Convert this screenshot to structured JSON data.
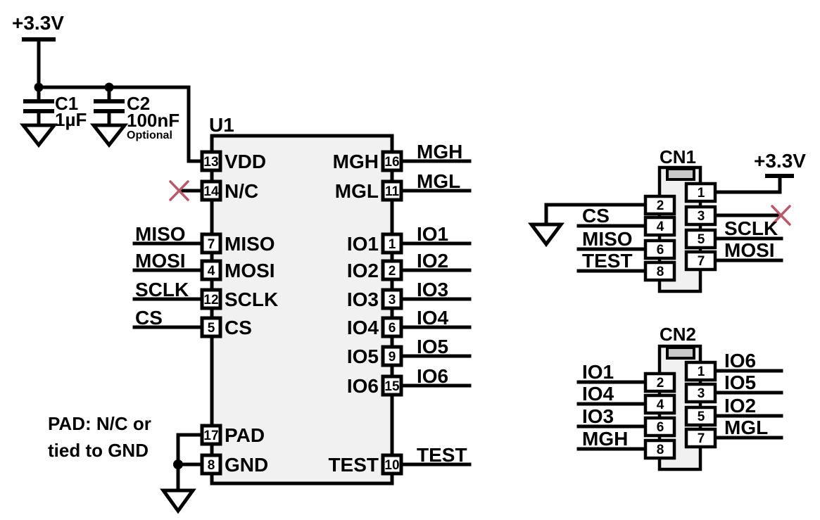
{
  "power": {
    "rail_label": "+3.3V",
    "c1_ref": "C1",
    "c1_value": "1µF",
    "c2_ref": "C2",
    "c2_value": "100nF",
    "c2_note": "Optional"
  },
  "u1": {
    "ref": "U1",
    "note_line1": "PAD: N/C or",
    "note_line2": "tied to GND",
    "left_pins": [
      {
        "num": "13",
        "name": "VDD"
      },
      {
        "num": "14",
        "name": "N/C"
      },
      {
        "num": "7",
        "name": "MISO",
        "net": "MISO"
      },
      {
        "num": "4",
        "name": "MOSI",
        "net": "MOSI"
      },
      {
        "num": "12",
        "name": "SCLK",
        "net": "SCLK"
      },
      {
        "num": "5",
        "name": "CS",
        "net": "CS"
      },
      {
        "num": "17",
        "name": "PAD"
      },
      {
        "num": "8",
        "name": "GND"
      }
    ],
    "right_pins": [
      {
        "num": "16",
        "name": "MGH",
        "net": "MGH"
      },
      {
        "num": "11",
        "name": "MGL",
        "net": "MGL"
      },
      {
        "num": "1",
        "name": "IO1",
        "net": "IO1"
      },
      {
        "num": "2",
        "name": "IO2",
        "net": "IO2"
      },
      {
        "num": "3",
        "name": "IO3",
        "net": "IO3"
      },
      {
        "num": "6",
        "name": "IO4",
        "net": "IO4"
      },
      {
        "num": "9",
        "name": "IO5",
        "net": "IO5"
      },
      {
        "num": "15",
        "name": "IO6",
        "net": "IO6"
      },
      {
        "num": "10",
        "name": "TEST",
        "net": "TEST"
      }
    ]
  },
  "cn1": {
    "ref": "CN1",
    "power_label": "+3.3V",
    "left_pins": [
      {
        "num": "2"
      },
      {
        "num": "4",
        "net": "CS"
      },
      {
        "num": "6",
        "net": "MISO"
      },
      {
        "num": "8",
        "net": "TEST"
      }
    ],
    "right_pins": [
      {
        "num": "1"
      },
      {
        "num": "3"
      },
      {
        "num": "5",
        "net": "SCLK"
      },
      {
        "num": "7",
        "net": "MOSI"
      }
    ]
  },
  "cn2": {
    "ref": "CN2",
    "left_pins": [
      {
        "num": "2",
        "net": "IO1"
      },
      {
        "num": "4",
        "net": "IO4"
      },
      {
        "num": "6",
        "net": "IO3"
      },
      {
        "num": "8",
        "net": "MGH"
      }
    ],
    "right_pins": [
      {
        "num": "1",
        "net": "IO6"
      },
      {
        "num": "3",
        "net": "IO5"
      },
      {
        "num": "5",
        "net": "IO2"
      },
      {
        "num": "7",
        "net": "MGL"
      }
    ]
  },
  "colors": {
    "wire": "#000000",
    "ic_body_fill": "#f1f1f1",
    "connector_notch_fill": "#c9c9c9",
    "no_connect_cross": "#b75968"
  }
}
